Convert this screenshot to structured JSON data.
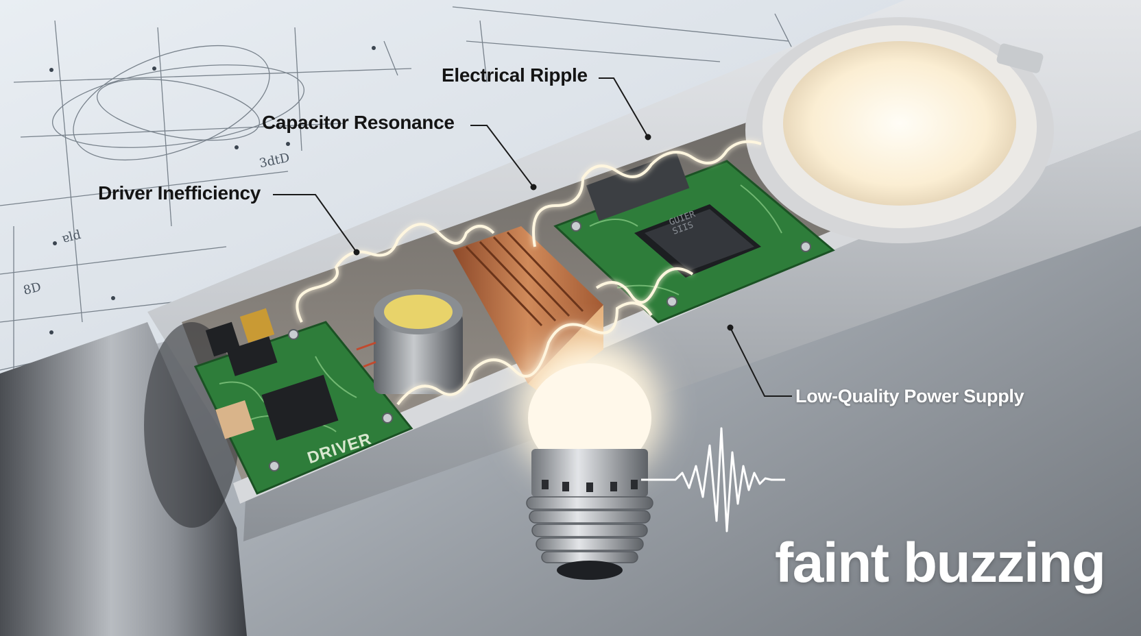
{
  "callouts": {
    "electrical_ripple": "Electrical Ripple",
    "capacitor_resonance": "Capacitor Resonance",
    "driver_inefficiency": "Driver Inefficiency",
    "low_quality_power_supply": "Low-Quality Power Supply"
  },
  "caption": "faint buzzing",
  "board_labels": {
    "driver_board": "DRIVER",
    "chip_marking": "GUIER\nSIIS"
  },
  "sketch_marks": {
    "mark_a": "3dtD",
    "mark_b": "ɐld",
    "mark_c": "8D"
  },
  "colors": {
    "pcb_green": "#2e7d3a",
    "arc_glow": "#fff3d6",
    "heatsink_copper": "#b5673c",
    "light_warm": "#fff6e2",
    "housing_gray": "#d3d6da"
  }
}
